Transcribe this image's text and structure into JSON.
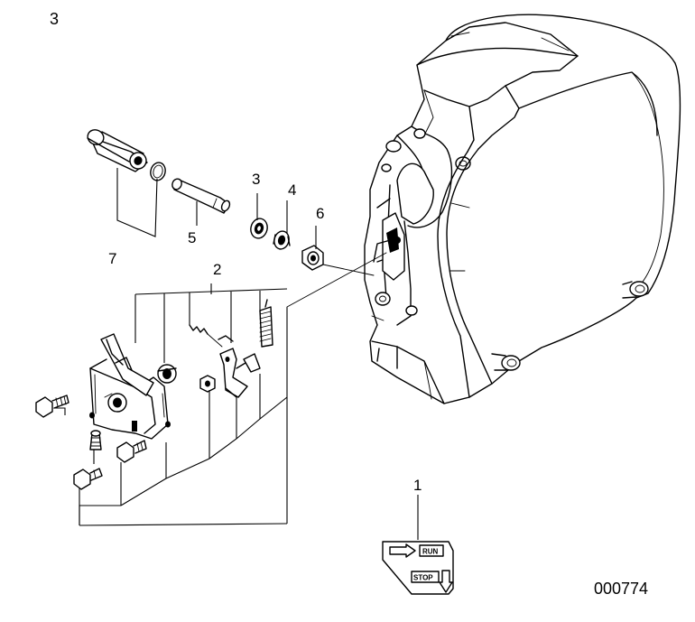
{
  "diagram": {
    "figure_index": "3",
    "figure_code": "000774",
    "callouts": {
      "decal": "1",
      "control_assembly": "2",
      "washer": "3",
      "lock_washer": "4",
      "shaft_pin": "5",
      "nut": "6",
      "sleeve_and_ring": "7"
    },
    "decal": {
      "run_label": "RUN",
      "stop_label": "STOP"
    }
  }
}
